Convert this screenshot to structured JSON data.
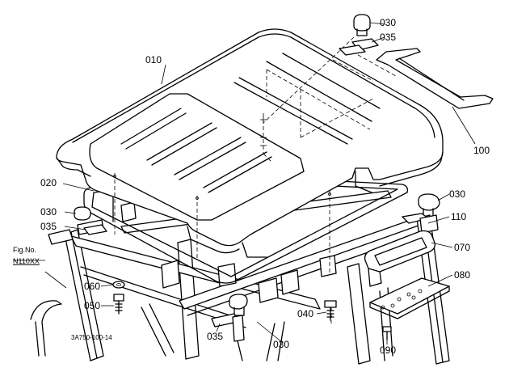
{
  "callouts": [
    {
      "id": "010",
      "label": "010"
    },
    {
      "id": "020",
      "label": "020"
    },
    {
      "id": "030_top",
      "label": "030"
    },
    {
      "id": "035_top",
      "label": "035"
    },
    {
      "id": "030_right",
      "label": "030"
    },
    {
      "id": "030_left",
      "label": "030"
    },
    {
      "id": "035_left",
      "label": "035"
    },
    {
      "id": "100",
      "label": "100"
    },
    {
      "id": "110",
      "label": "110"
    },
    {
      "id": "070",
      "label": "070"
    },
    {
      "id": "080",
      "label": "080"
    },
    {
      "id": "060",
      "label": "060"
    },
    {
      "id": "050",
      "label": "050"
    },
    {
      "id": "040",
      "label": "040"
    },
    {
      "id": "035_bottom",
      "label": "035"
    },
    {
      "id": "030_bottom",
      "label": "030"
    },
    {
      "id": "090",
      "label": "090"
    }
  ],
  "fig_ref": {
    "line1": "Fig.No.",
    "line2": "N110XX"
  },
  "drawing_code": "3A750-100-14"
}
